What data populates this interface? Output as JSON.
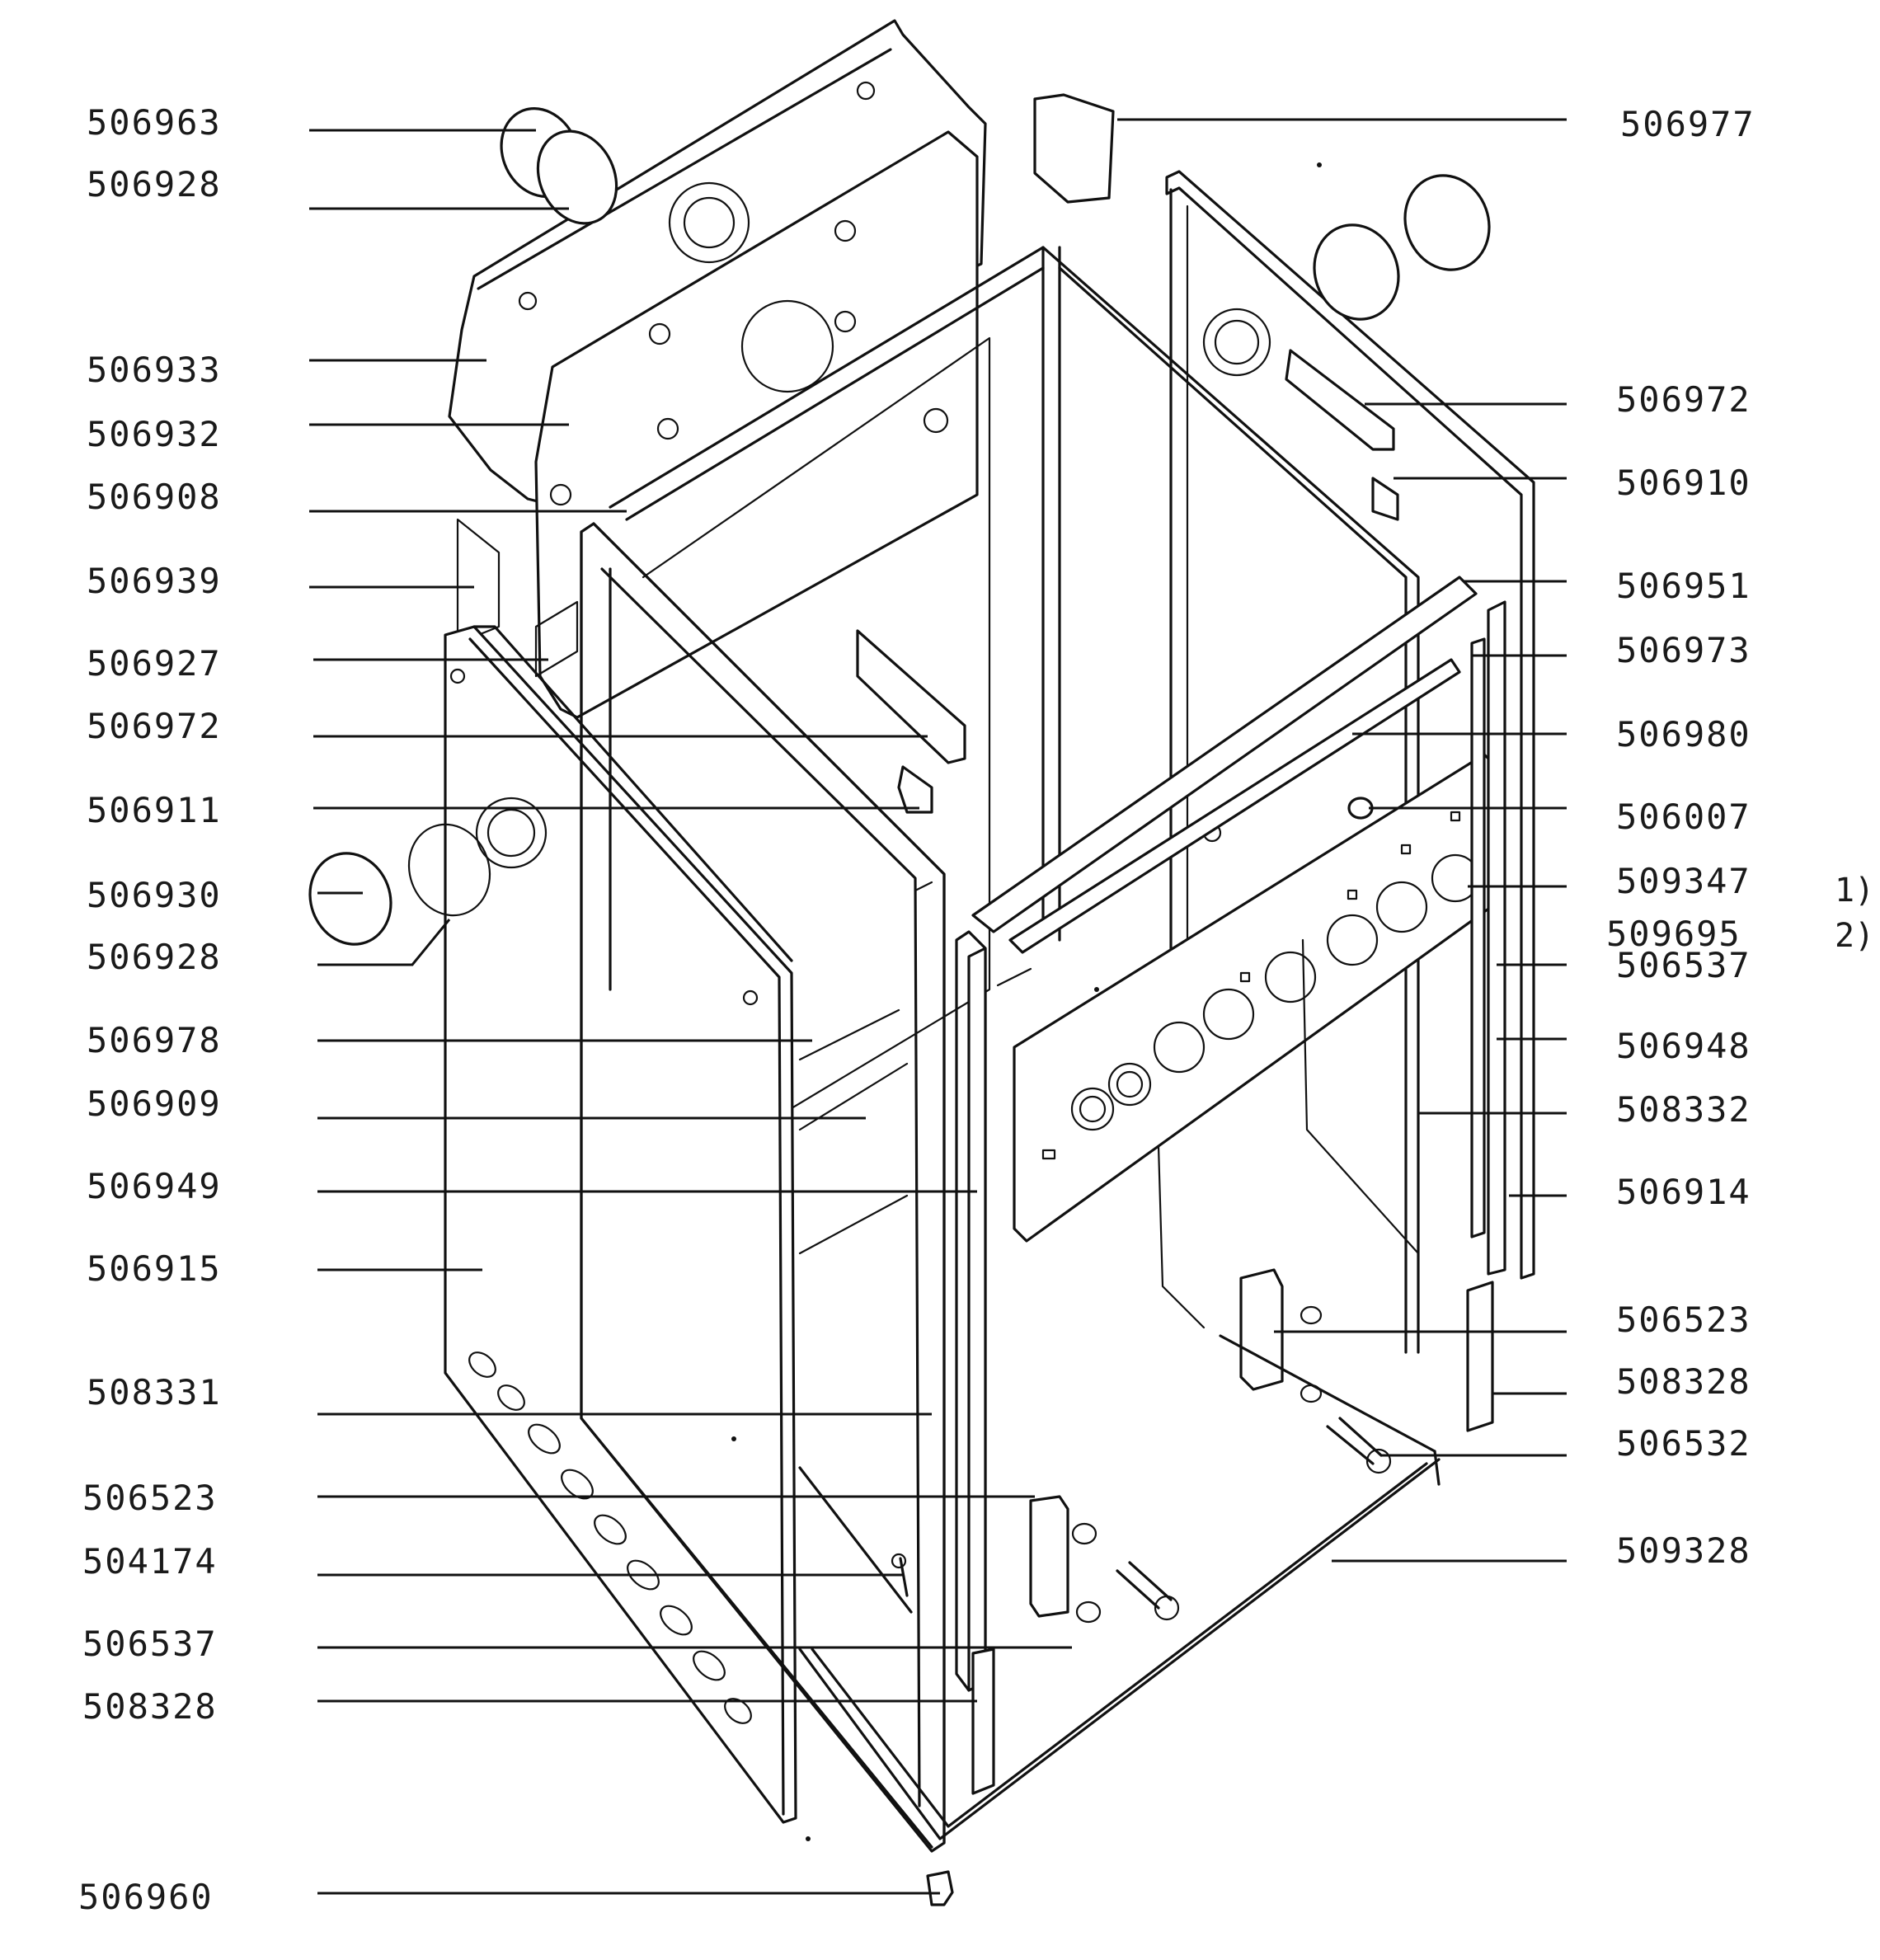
{
  "labels_left": [
    "506963",
    "506928",
    "506933",
    "506932",
    "506908",
    "506939",
    "506927",
    "506972",
    "506911",
    "506930",
    "506928",
    "506978",
    "506909",
    "506949",
    "506915",
    "508331",
    "506523",
    "504174",
    "506537",
    "508328",
    "506960"
  ],
  "labels_right": [
    "506977",
    "506972",
    "506910",
    "506951",
    "506973",
    "506980",
    "506007",
    "509347",
    "509695",
    "506537",
    "506948",
    "508332",
    "506914",
    "506523",
    "508328",
    "506532",
    "509328"
  ],
  "notes": [
    "1)",
    "2)"
  ]
}
